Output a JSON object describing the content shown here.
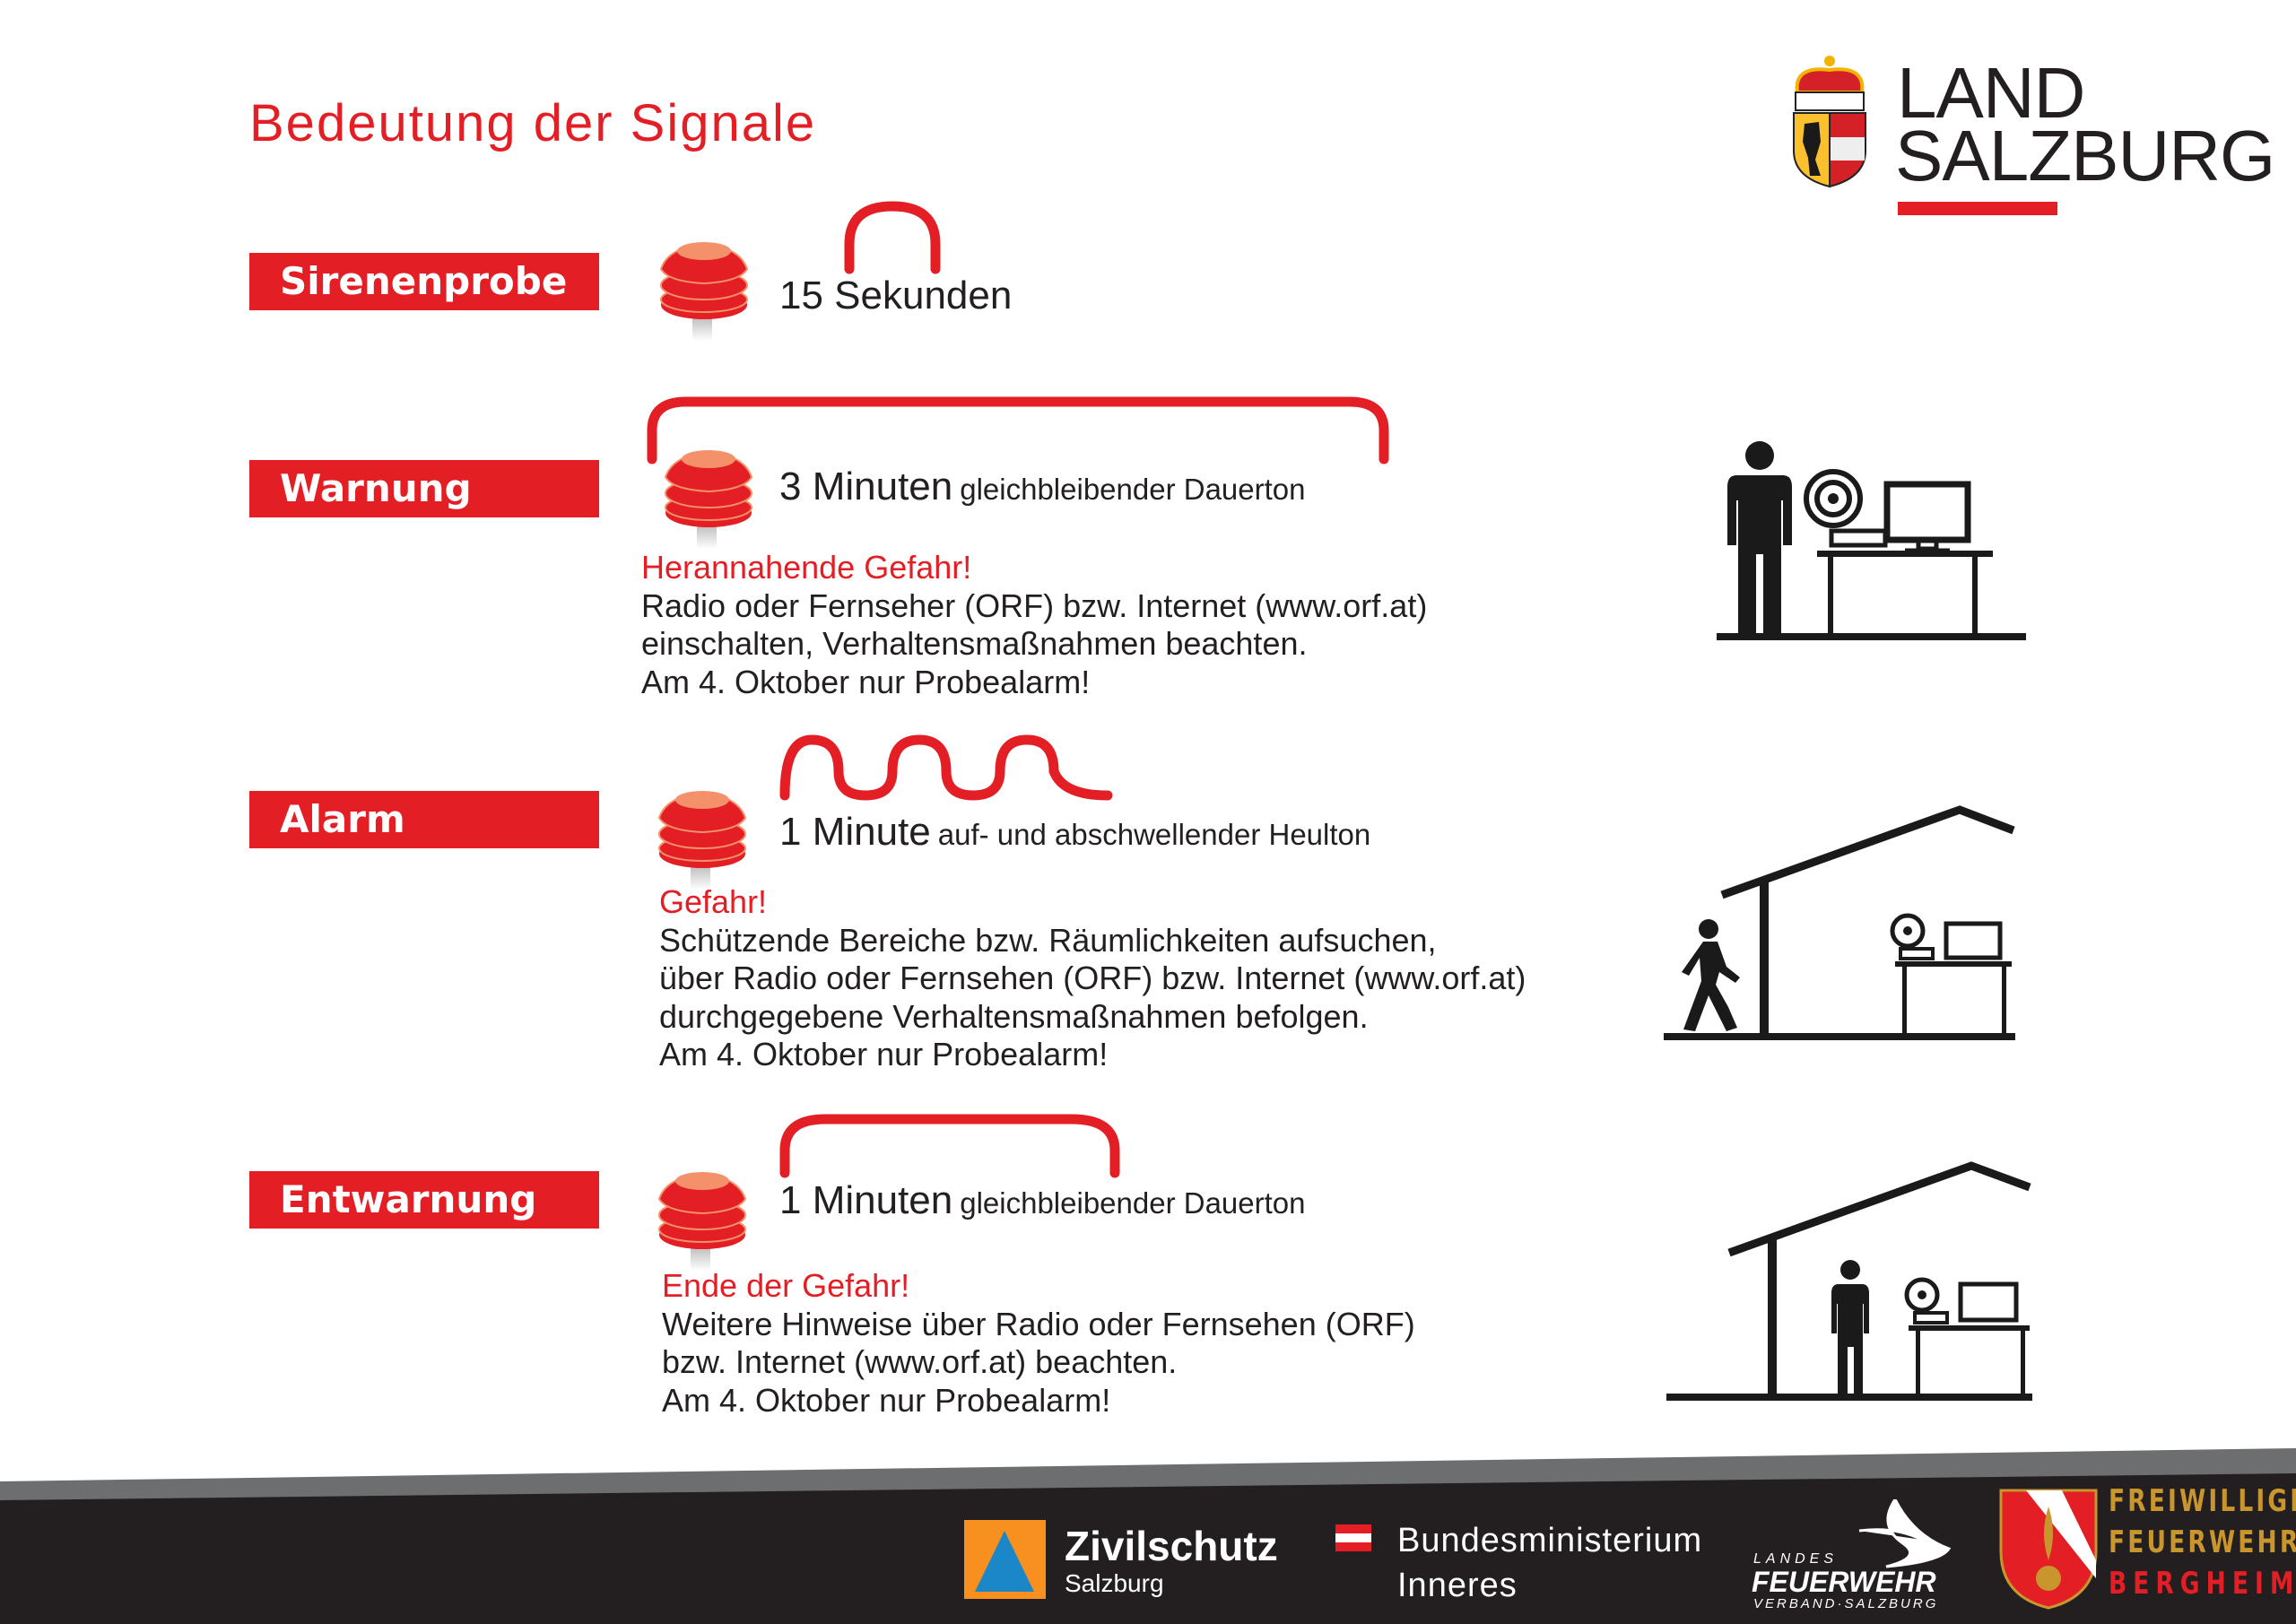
{
  "title": "Bedeutung der Signale",
  "logo": {
    "line1": "LAND",
    "line2": "SALZBURG"
  },
  "signals": [
    {
      "label": "Sirenenprobe",
      "duration": "15 Sekunden",
      "tone": ""
    },
    {
      "label": "Warnung",
      "duration": "3 Minuten",
      "tone": "gleichbleibender Dauerton",
      "heading": "Herannahende Gefahr!",
      "lines": [
        "Radio oder Fernseher (ORF) bzw. Internet  (www.orf.at)",
        "einschalten,  Verhaltensmaßnahmen beachten.",
        "Am 4. Oktober nur Probealarm!"
      ]
    },
    {
      "label": "Alarm",
      "duration": "1 Minute",
      "tone": "auf- und abschwellender Heulton",
      "heading": "Gefahr!",
      "lines": [
        "Schützende Bereiche bzw. Räumlichkeiten aufsuchen,",
        "über Radio oder Fernsehen (ORF) bzw. Internet  (www.orf.at)",
        "durchgegebene Verhaltensmaßnahmen befolgen.",
        "Am 4. Oktober nur Probealarm!"
      ]
    },
    {
      "label": "Entwarnung",
      "duration": "1 Minuten",
      "tone": "gleichbleibender Dauerton",
      "heading": "Ende der Gefahr!",
      "lines": [
        "Weitere  Hinweise über Radio oder Fernsehen (ORF)",
        "bzw. Internet (www.orf.at)  beachten.",
        "Am 4. Oktober nur Probealarm!"
      ]
    }
  ],
  "footer": {
    "zivilschutz": "Zivilschutz",
    "zivilschutz_sub": "Salzburg",
    "bm1": "Bundesministerium",
    "bm2": "Inneres",
    "lfv_top": "LANDES",
    "lfv_main": "FEUERWEHR",
    "lfv_bottom": "VERBAND·SALZBURG",
    "ff1": "FREIWILLIGE",
    "ff2": "FEUERWEHR",
    "ff3": "BERGHEIM"
  },
  "colors": {
    "red": "#e31e24",
    "dark": "#231f20",
    "gold": "#c9962e",
    "orange": "#f7901e",
    "blue": "#1b87c9"
  }
}
